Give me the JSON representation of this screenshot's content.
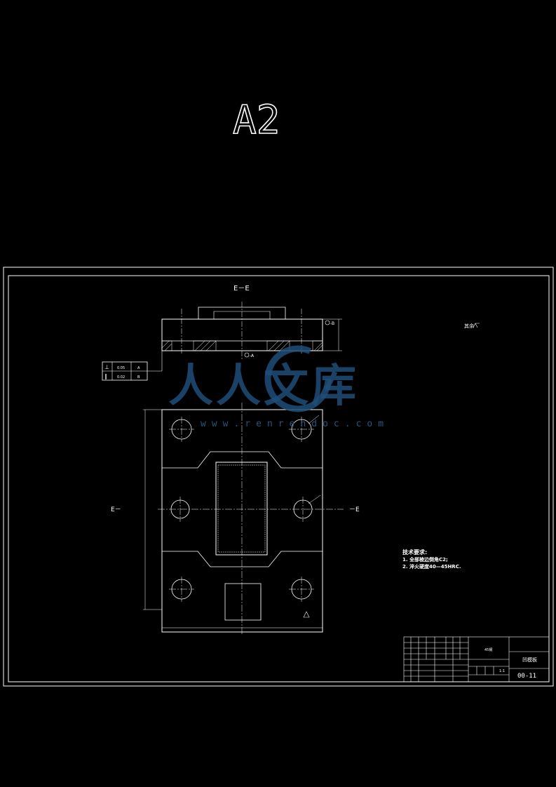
{
  "sheet": {
    "size_label": "A2"
  },
  "section_view": {
    "title": "E－E",
    "roughness_note": "其余",
    "datum_top_right": "-B",
    "datum_bottom_left": "-A",
    "dim_top_1": "",
    "dim_top_2": "",
    "dim_side": ""
  },
  "tolerance_frame": {
    "row1": [
      "⊥",
      "0.05",
      "A"
    ],
    "row2": [
      "∥",
      "0.02",
      "B"
    ]
  },
  "plan_view": {
    "section_left": "E－",
    "section_right": "－E",
    "dim_width": "",
    "dim_slot": ""
  },
  "technical_requirements": {
    "heading": "技术要求:",
    "items": [
      "1. 全部棱边倒角C2;",
      "2. 淬火硬度40—45HRC."
    ]
  },
  "title_block": {
    "part_name": "凹模板",
    "drawing_number": "00-11",
    "scale": "1:1",
    "material": "45钢"
  },
  "watermark": {
    "text": "人人文库",
    "url": "www.renrendoc.com"
  }
}
